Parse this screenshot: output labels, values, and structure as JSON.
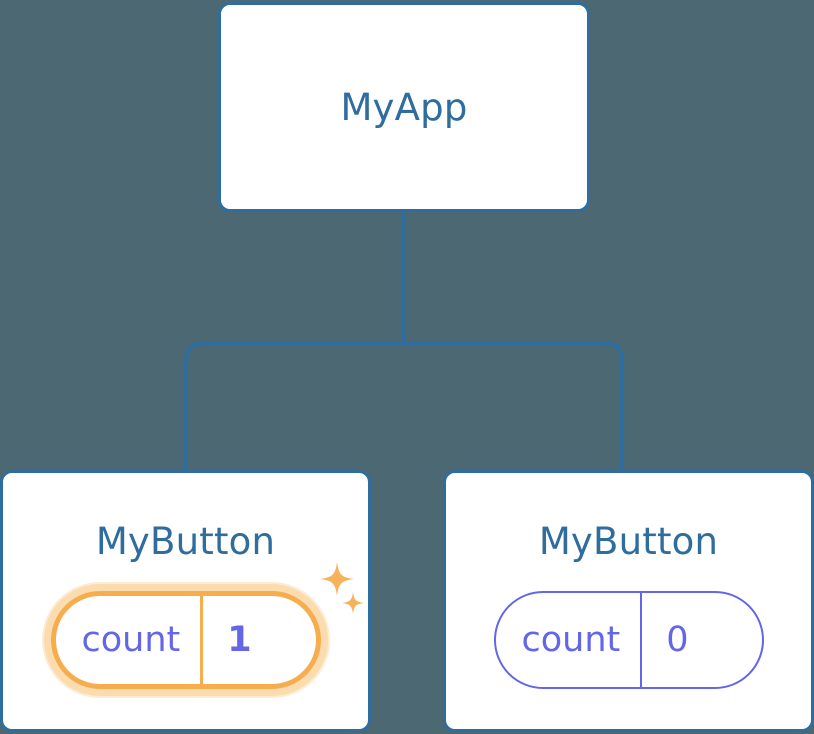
{
  "diagram": {
    "kind": "component-tree",
    "background_color": "#4c6872",
    "connector_color": "#2e6d9e",
    "node_border_color": "#2e6d9e",
    "node_fill_color": "#ffffff",
    "title_color": "#2e6d9e",
    "state_color": "#6366e8",
    "highlight_color": "#f5ad4e",
    "highlight_glow_color": "#fbdcaf"
  },
  "root": {
    "title": "MyApp"
  },
  "children": [
    {
      "title": "MyButton",
      "state": {
        "key": "count",
        "value": "1"
      },
      "highlighted": true,
      "sparkle_icons": [
        "sparkle-large-icon",
        "sparkle-small-icon"
      ]
    },
    {
      "title": "MyButton",
      "state": {
        "key": "count",
        "value": "0"
      },
      "highlighted": false,
      "sparkle_icons": []
    }
  ]
}
